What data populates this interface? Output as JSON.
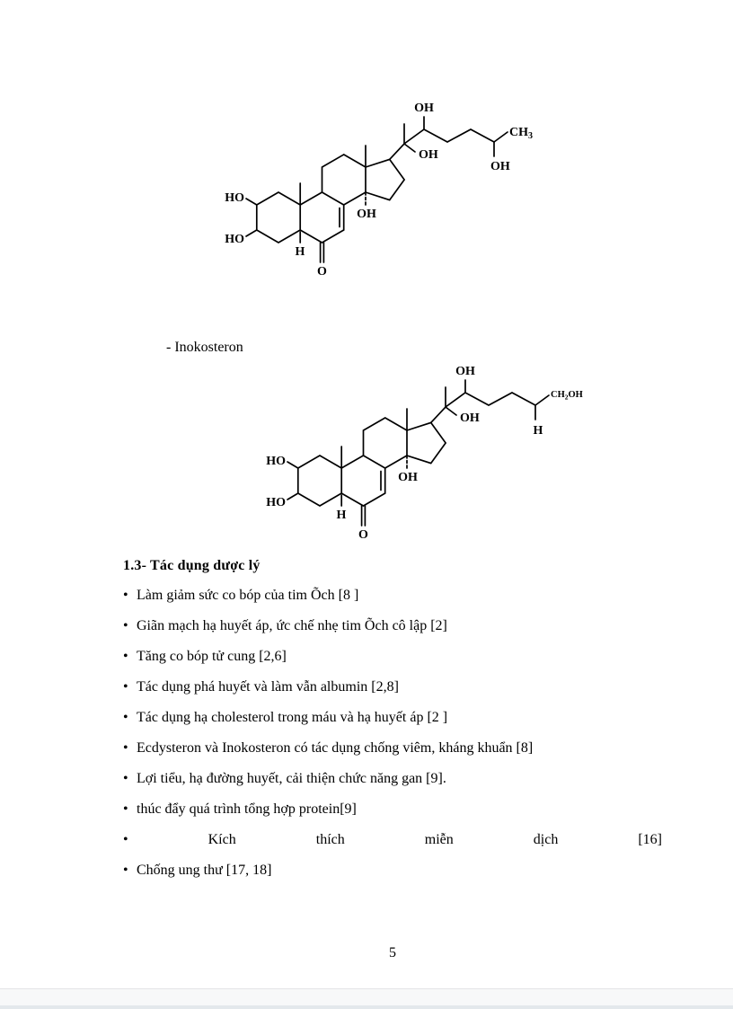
{
  "page": {
    "number": "5"
  },
  "structure1": {
    "labels": {
      "oh_c22": "OH",
      "ch3_main": "CH",
      "ch3_sub": "3",
      "oh_c20": "OH",
      "oh_c25": "OH",
      "ho_c2": "HO",
      "ho_c3": "HO",
      "oh_c14": "OH",
      "h_c5": "H",
      "o_c6": "O"
    }
  },
  "structure2": {
    "caption": "- Inokosteron",
    "labels": {
      "oh_c22": "OH",
      "ch2oh_main": "CH",
      "ch2oh_sub": "2",
      "ch2oh_tail": "OH",
      "oh_c20": "OH",
      "h_c25": "H",
      "ho_c2": "HO",
      "ho_c3": "HO",
      "oh_c14": "OH",
      "h_c5": "H",
      "o_c6": "O"
    }
  },
  "section": {
    "heading": "1.3- Tác dụng dược lý",
    "bullet_marker": "•",
    "bullets": [
      {
        "text": "Làm giảm sức co bóp của tim Õch [8 ]"
      },
      {
        "text": "Giãn mạch hạ huyết áp, ức chế nhẹ tim Õch cô lập [2]"
      },
      {
        "text": "Tăng co bóp tử cung [2,6]"
      },
      {
        "text": "Tác dụng phá huyết và làm vẫn albumin [2,8]"
      },
      {
        "text": "Tác dụng hạ cholesterol trong máu và hạ huyết áp [2 ]"
      },
      {
        "text": "Ecdysteron và Inokosteron có tác dụng chống viêm, kháng khuẩn [8]"
      },
      {
        "text": "Lợi tiểu, hạ đường huyết, cải thiện chức năng gan [9]."
      },
      {
        "text": "thúc đẩy quá trình tổng hợp protein[9]"
      },
      {
        "words": [
          "Kích",
          "thích",
          "miễn",
          "dịch",
          "[16]"
        ]
      },
      {
        "text": "Chống ung thư [17, 18]"
      }
    ]
  }
}
